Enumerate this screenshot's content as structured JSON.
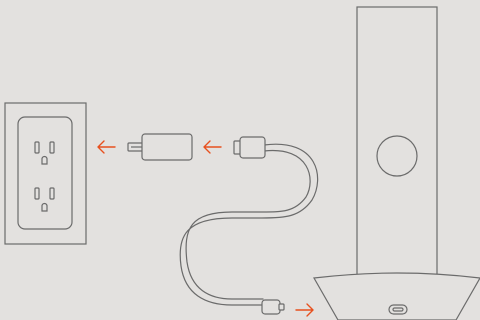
{
  "diagram": {
    "kind": "setup-illustration",
    "colors": {
      "background": "#e3e1df",
      "line": "#6b6b6b",
      "arrow": "#e8501e",
      "fill": "#e3e1df"
    },
    "components": [
      {
        "id": "wall-outlet",
        "icon": "duplex-wall-outlet-icon"
      },
      {
        "id": "power-adapter",
        "icon": "power-adapter-icon"
      },
      {
        "id": "usb-cable",
        "icon": "usb-cable-icon"
      },
      {
        "id": "charging-stand",
        "icon": "charging-stand-icon"
      }
    ],
    "arrows": [
      {
        "id": "adapter-to-outlet",
        "direction": "left"
      },
      {
        "id": "cable-to-adapter",
        "direction": "left"
      },
      {
        "id": "cable-to-stand",
        "direction": "right"
      }
    ]
  }
}
